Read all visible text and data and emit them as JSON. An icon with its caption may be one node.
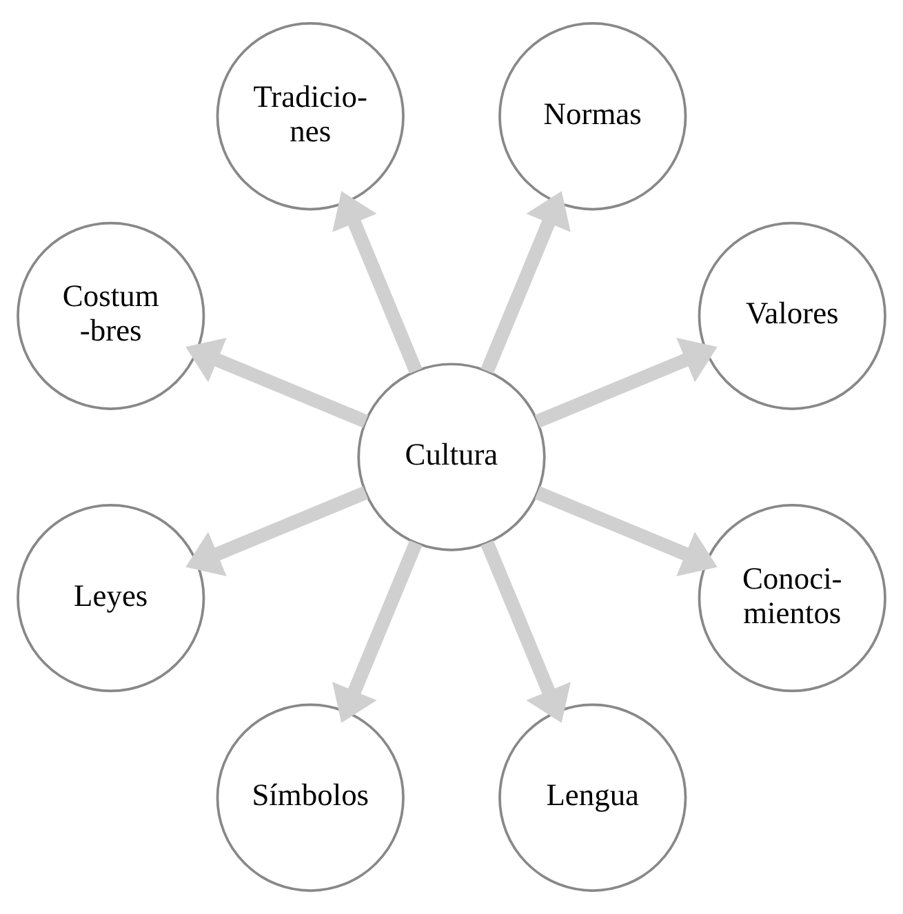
{
  "diagram": {
    "nodes": [
      {
        "text": [
          "Cultura"
        ]
      },
      {
        "text": [
          "Valores"
        ]
      },
      {
        "text": [
          "Normas"
        ]
      },
      {
        "text": [
          "Tradicio- nes"
        ]
      },
      {
        "text": [
          "Costum -bres"
        ]
      },
      {
        "text": [
          "Leyes"
        ]
      },
      {
        "text": [
          "Símbolos"
        ]
      },
      {
        "text": [
          "Lengua"
        ]
      },
      {
        "text": [
          "Conoci- mientos"
        ]
      }
    ],
    "edges": [
      {
        "from": 0,
        "to": 1,
        "arrow": "to"
      },
      {
        "from": 0,
        "to": 2,
        "arrow": "to"
      },
      {
        "from": 0,
        "to": 3,
        "arrow": "to"
      },
      {
        "from": 0,
        "to": 4,
        "arrow": "to"
      },
      {
        "from": 0,
        "to": 5,
        "arrow": "to"
      },
      {
        "from": 0,
        "to": 6,
        "arrow": "to"
      },
      {
        "from": 0,
        "to": 7,
        "arrow": "to"
      },
      {
        "from": 0,
        "to": 8,
        "arrow": "to"
      }
    ]
  }
}
